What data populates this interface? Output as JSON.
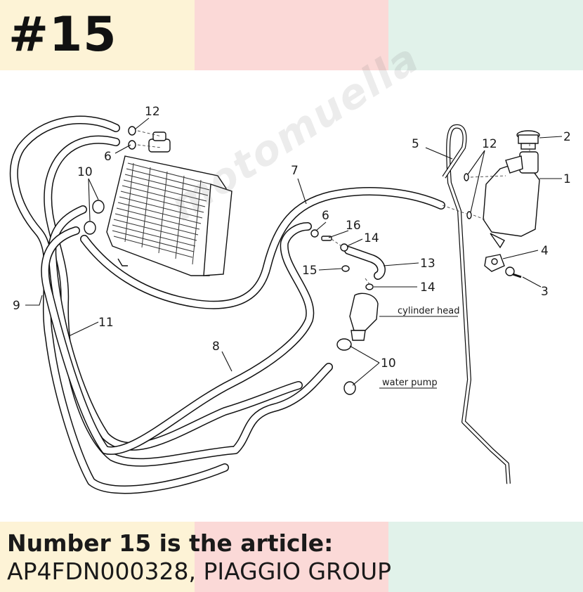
{
  "badge": {
    "text": "#15"
  },
  "colors": {
    "band_yellow": "#fdf3d6",
    "band_pink": "#fbd9d7",
    "band_mint": "#e1f2ea"
  },
  "caption": {
    "line1": "Number 15 is the article:",
    "line2": "AP4FDN000328, PIAGGIO GROUP"
  },
  "diagram": {
    "callouts": {
      "c1": "1",
      "c2": "2",
      "c3": "3",
      "c4": "4",
      "c5": "5",
      "c6a": "6",
      "c6b": "6",
      "c7": "7",
      "c8": "8",
      "c9": "9",
      "c10a": "10",
      "c10b": "10",
      "c11": "11",
      "c12a": "12",
      "c12b": "12",
      "c13": "13",
      "c14a": "14",
      "c14b": "14",
      "c15": "15",
      "c16": "16"
    },
    "notes": {
      "cylinder_head": "cylinder head",
      "water_pump": "water pump"
    }
  },
  "watermark": {
    "text": "motomuella"
  }
}
